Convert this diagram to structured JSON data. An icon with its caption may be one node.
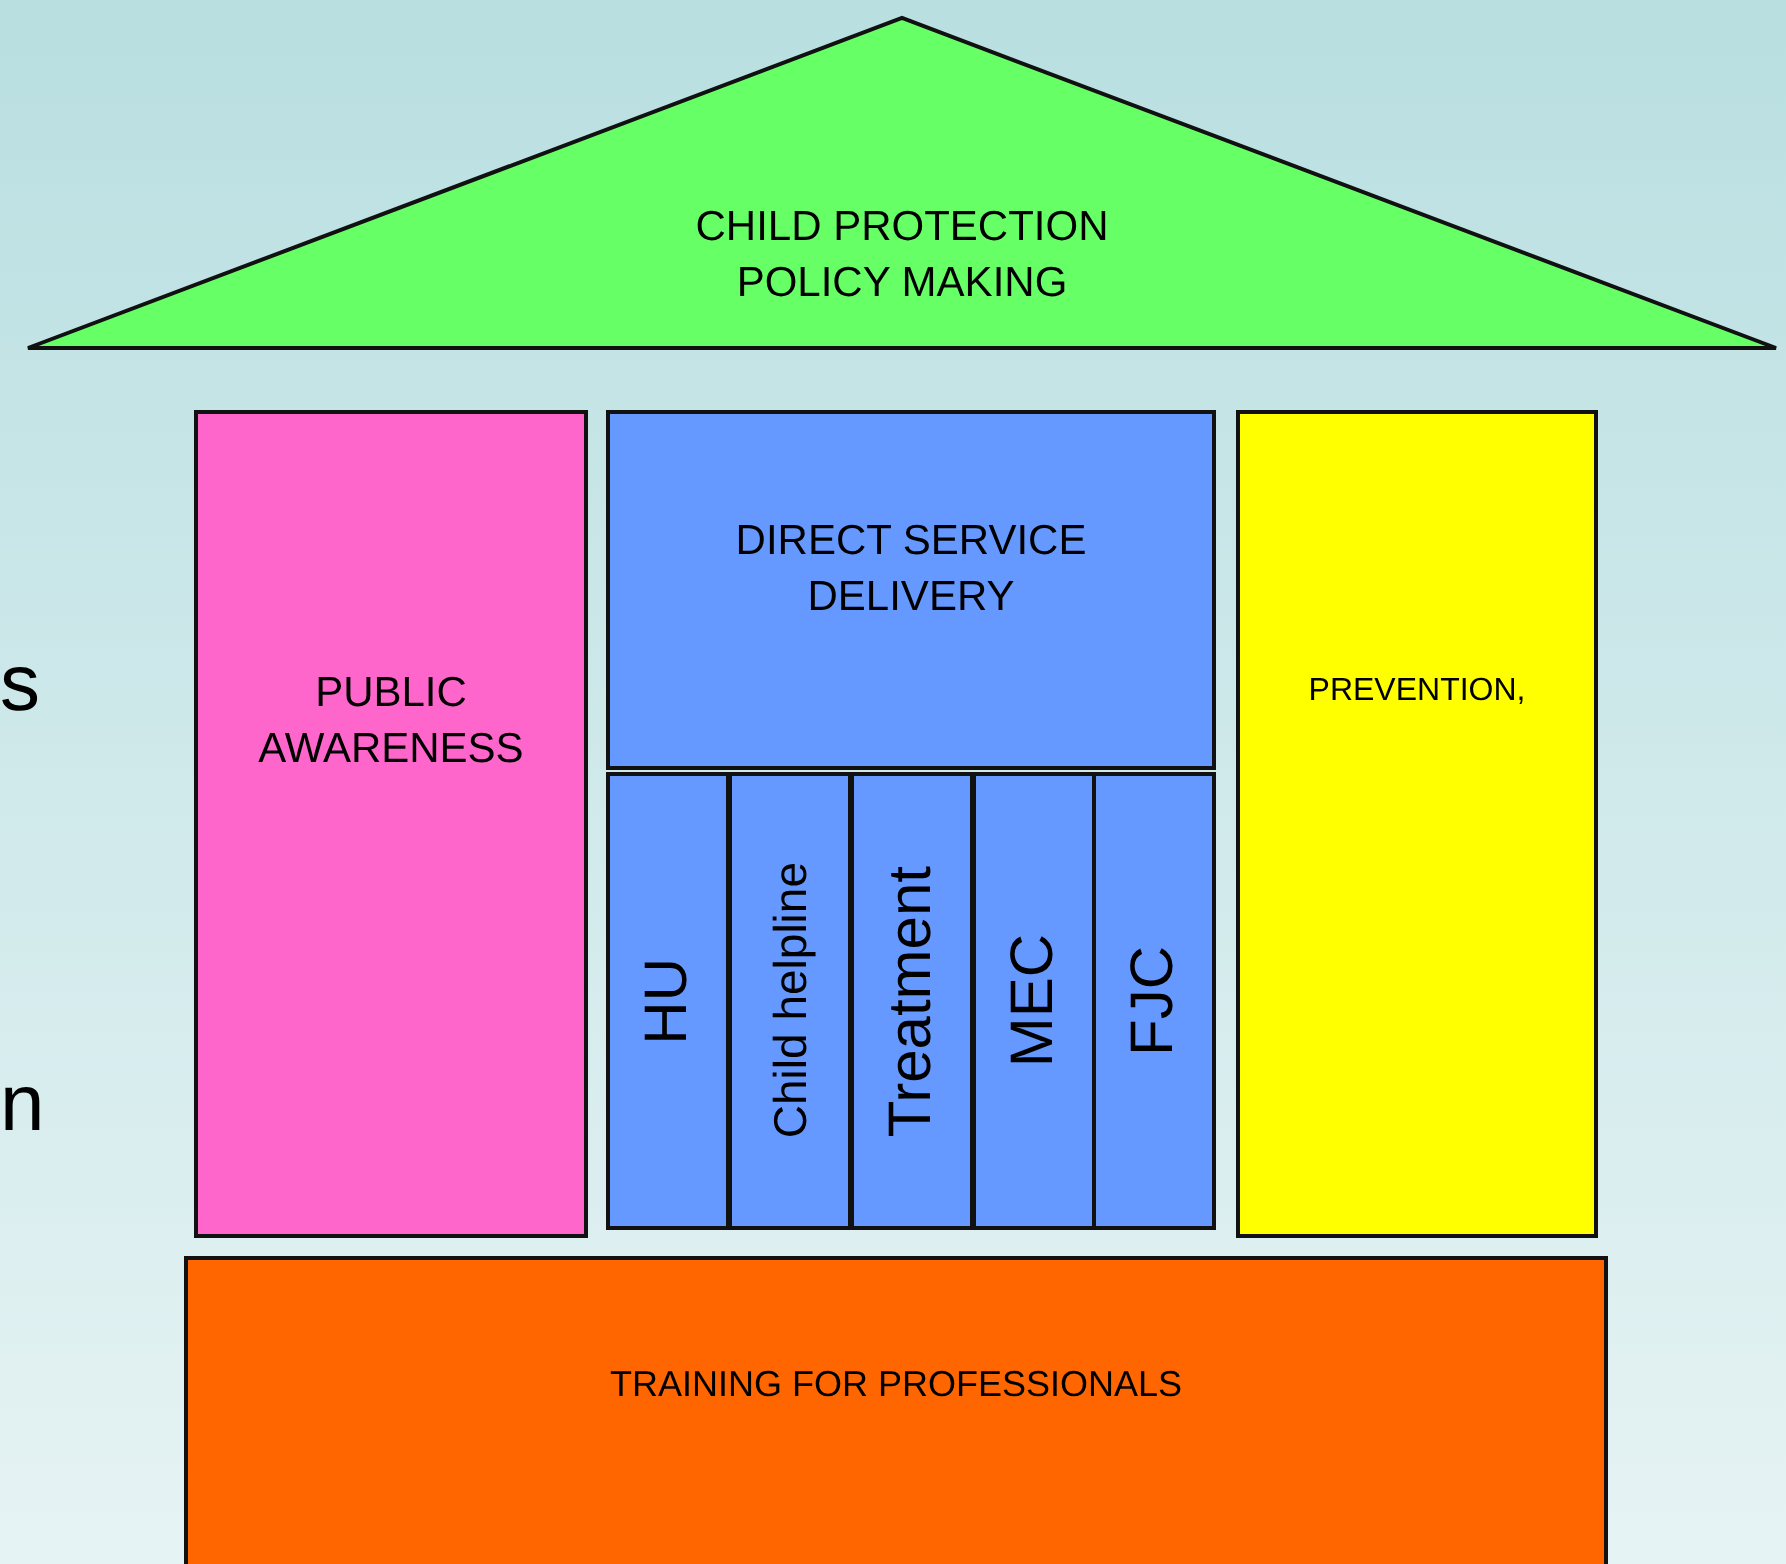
{
  "diagram": {
    "nodes": [
      {
        "text": [
          "CHILD PROTECTION POLICY MAKING"
        ]
      },
      {
        "text": [
          "PUBLIC AWARENESS"
        ]
      },
      {
        "text": [
          "DIRECT SERVICE DELIVERY"
        ]
      },
      {
        "text": [
          "HU"
        ]
      },
      {
        "text": [
          "Child helpline"
        ]
      },
      {
        "text": [
          "Treatment"
        ]
      },
      {
        "text": [
          "MEC"
        ]
      },
      {
        "text": [
          "FJC"
        ]
      },
      {
        "text": [
          "PREVENTION,"
        ]
      },
      {
        "text": [
          "TRAINING FOR PROFESSIONALS"
        ]
      }
    ],
    "labels": [
      "s",
      "n"
    ]
  }
}
